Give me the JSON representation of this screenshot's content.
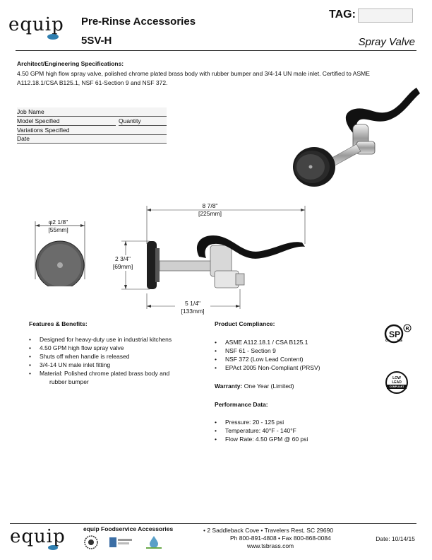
{
  "header": {
    "brand": "equip",
    "title": "Pre-Rinse Accessories",
    "model": "5SV-H",
    "tag_label": "TAG:",
    "product_type": "Spray Valve"
  },
  "specs": {
    "heading": "Architect/Engineering Specifications:",
    "line1": "4.50 GPM high flow spray valve, polished chrome plated brass body with rubber bumper and 3/4-14 UN male inlet. Certified to ASME",
    "line2": "A112.18.1/CSA B125.1, NSF 61-Section 9 and NSF 372."
  },
  "form": {
    "job_name": "Job Name",
    "model_specified": "Model Specified",
    "quantity": "Quantity",
    "variations": "Variations Specified",
    "date": "Date"
  },
  "dimensions": {
    "diameter": "φ2 1/8\"",
    "diameter_mm": "55mm",
    "length": "8 7/8\"",
    "length_mm": "225mm",
    "height": "2 3/4\"",
    "height_mm": "69mm",
    "depth": "5 1/4\"",
    "depth_mm": "133mm"
  },
  "features": {
    "heading": "Features & Benefits:",
    "items": [
      "Designed for heavy-duty use in industrial kitchens",
      "4.50 GPM high flow spray valve",
      "Shuts off when handle is released",
      "3/4-14 UN male inlet fitting",
      "Material: Polished chrome plated brass body and",
      "rubber bumper"
    ]
  },
  "compliance": {
    "heading": "Product Compliance:",
    "items": [
      "ASME A112.18.1 / CSA B125.1",
      "NSF 61 - Section 9",
      "NSF 372 (Low Lead Content)",
      "EPAct 2005 Non-Compliant (PRSV)"
    ],
    "warranty_label": "Warranty:",
    "warranty_value": "One Year (Limited)"
  },
  "performance": {
    "heading": "Performance Data:",
    "items": [
      "Pressure: 20 - 125 psi",
      "Temperature: 40°F - 140°F",
      "Flow Rate:  4.50 GPM @ 60 psi"
    ]
  },
  "badges": {
    "csa_left": "c",
    "csa_right": "us",
    "low_lead_line1": "LOW",
    "low_lead_line2": "LEAD",
    "low_lead_line3": "COMPLIANT"
  },
  "footer": {
    "brand": "equip",
    "company": "equip Foodservice Accessories",
    "address": "• 2 Saddleback Cove • Travelers Rest, SC 29690",
    "phone": "Ph 800-891-4808 • Fax 800-868-0084",
    "web": "www.tsbrass.com",
    "date": "Date: 10/14/15"
  }
}
